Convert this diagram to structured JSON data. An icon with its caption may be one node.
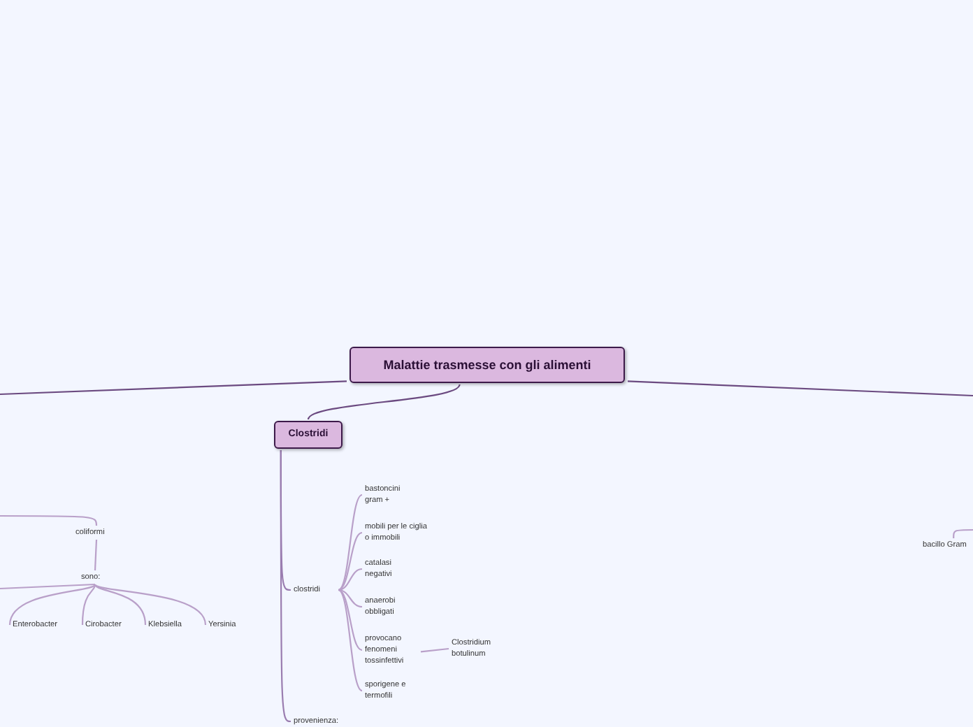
{
  "diagram": {
    "nodes": [
      {
        "text": [
          "Malattie trasmesse con gli alimenti"
        ]
      },
      {
        "text": [
          "Clostridi"
        ]
      },
      {
        "text": [
          "clostridi"
        ]
      },
      {
        "text": [
          "bastoncini gram +"
        ]
      },
      {
        "text": [
          "mobili per le ciglia o immobili"
        ]
      },
      {
        "text": [
          "catalasi negativi"
        ]
      },
      {
        "text": [
          "anaerobi obbligati"
        ]
      },
      {
        "text": [
          "provocano fenomeni tossinfettivi"
        ]
      },
      {
        "text": [
          "Clostridium botulinum"
        ]
      },
      {
        "text": [
          "sporigene e termofili"
        ]
      },
      {
        "text": [
          "provenienza:"
        ]
      },
      {
        "text": [
          "coliformi"
        ]
      },
      {
        "text": [
          "sono:"
        ]
      },
      {
        "text": [
          "Enterobacter"
        ]
      },
      {
        "text": [
          "Cirobacter"
        ]
      },
      {
        "text": [
          "Klebsiella"
        ]
      },
      {
        "text": [
          "Yersinia"
        ]
      },
      {
        "text": [
          "bacillo Gram"
        ]
      }
    ],
    "edges": [
      {
        "from": 0,
        "to": null,
        "arrow": "none",
        "color": "#6b4a80"
      },
      {
        "from": 0,
        "to": null,
        "arrow": "none",
        "color": "#6b4a80"
      },
      {
        "from": 0,
        "to": 1,
        "arrow": "none",
        "color": "#6b4a80"
      },
      {
        "from": 1,
        "to": 2,
        "arrow": "none",
        "color": "#9a7db0"
      },
      {
        "from": 1,
        "to": 10,
        "arrow": "none",
        "color": "#9a7db0"
      },
      {
        "from": 2,
        "to": 3,
        "arrow": "none"
      },
      {
        "from": 2,
        "to": 4,
        "arrow": "none"
      },
      {
        "from": 2,
        "to": 5,
        "arrow": "none"
      },
      {
        "from": 2,
        "to": 6,
        "arrow": "none"
      },
      {
        "from": 2,
        "to": 7,
        "arrow": "none"
      },
      {
        "from": 2,
        "to": 9,
        "arrow": "none"
      },
      {
        "from": 7,
        "to": 8,
        "arrow": "none"
      },
      {
        "from": null,
        "to": 11,
        "arrow": "none"
      },
      {
        "from": 11,
        "to": 12,
        "arrow": "none"
      },
      {
        "from": 12,
        "to": null,
        "arrow": "none"
      },
      {
        "from": 12,
        "to": 13,
        "arrow": "none"
      },
      {
        "from": 12,
        "to": 14,
        "arrow": "none"
      },
      {
        "from": 12,
        "to": 15,
        "arrow": "none"
      },
      {
        "from": 12,
        "to": 16,
        "arrow": "none"
      },
      {
        "from": null,
        "to": 17,
        "arrow": "none"
      }
    ]
  }
}
